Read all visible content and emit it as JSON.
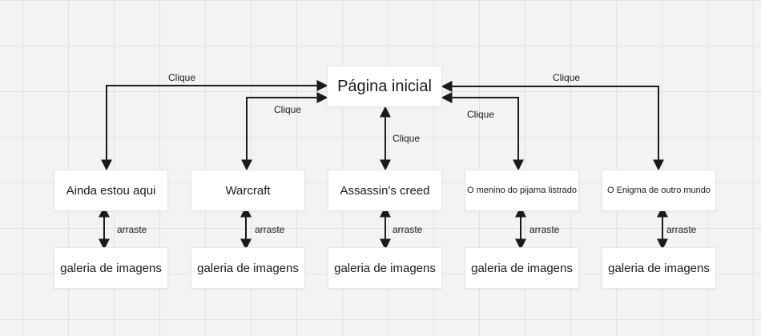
{
  "home": {
    "label": "Página inicial"
  },
  "columns": [
    {
      "title": "Ainda estou aqui",
      "gallery": "galeria de imagens",
      "drag_label": "arraste",
      "click_label": "Clique"
    },
    {
      "title": "Warcraft",
      "gallery": "galeria de imagens",
      "drag_label": "arraste",
      "click_label": "Clique"
    },
    {
      "title": "Assassin's creed",
      "gallery": "galeria de imagens",
      "drag_label": "arraste",
      "click_label": "Clique"
    },
    {
      "title": "O menino do pijama listrado",
      "gallery": "galeria de imagens",
      "drag_label": "arraste",
      "click_label": "Clique"
    },
    {
      "title": "O Enigma de outro mundo",
      "gallery": "galeria de imagens",
      "drag_label": "arraste",
      "click_label": "Clique"
    }
  ],
  "colors": {
    "edge": "#1a1a1a",
    "node_bg": "#ffffff",
    "canvas_bg": "#f3f3f3",
    "grid": "#e2e2e2"
  }
}
